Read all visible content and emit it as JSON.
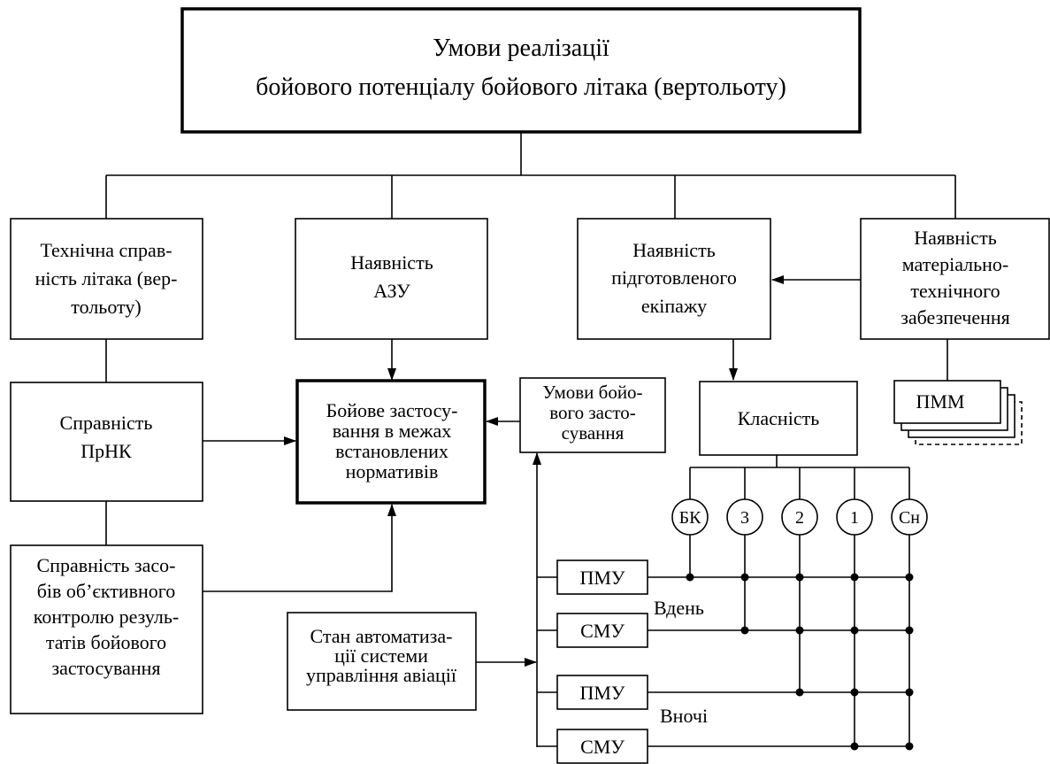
{
  "title": {
    "line1": "Умови реалізації",
    "line2": "бойового потенціалу бойового літака (вертольоту)"
  },
  "conditions": {
    "tech_serviceability": [
      "Технічна справ-",
      "ність літака (вер-",
      "тольоту)"
    ],
    "azu": [
      "Наявність",
      "АЗУ"
    ],
    "crew": [
      "Наявність",
      "підготовленого",
      "екіпажу"
    ],
    "logistics": [
      "Наявність",
      "матеріально-",
      "технічного",
      "забезпечення"
    ]
  },
  "prnk": [
    "Справність",
    "ПрНК"
  ],
  "combat_use": [
    "Бойове застосу-",
    "вання в межах",
    "встановлених",
    "нормативів"
  ],
  "combat_conditions": [
    "Умови бойо-",
    "вого засто-",
    "сування"
  ],
  "class_box": "Класність",
  "pmm_label": "ПММ",
  "objective_control": [
    "Справність засо-",
    "бів об’єктивного",
    "контролю резуль-",
    "татів бойового",
    "застосування"
  ],
  "automation": [
    "Стан автоматиза-",
    "ції системи",
    "управління авіації"
  ],
  "class_levels": [
    "БК",
    "3",
    "2",
    "1",
    "Сн"
  ],
  "weather": {
    "day_label": "Вдень",
    "night_label": "Вночі",
    "rows": [
      "ПМУ",
      "СМУ",
      "ПМУ",
      "СМУ"
    ]
  }
}
